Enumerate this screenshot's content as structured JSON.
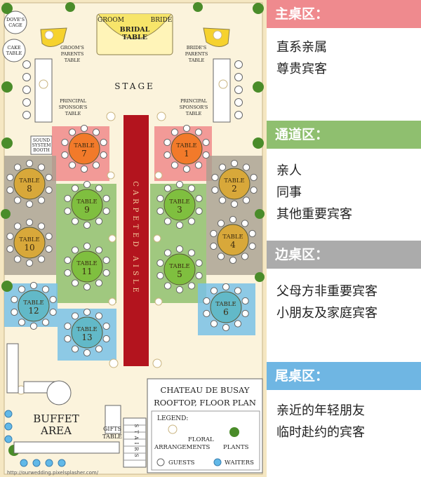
{
  "plan": {
    "title_line1": "CHATEAU DE BUSAY",
    "title_line2": "ROOFTOP, FLOOR PLAN",
    "legend_title": "LEGEND:",
    "legend_floral_1": "FLORAL",
    "legend_floral_2": "ARRANGEMENTS",
    "legend_plants": "PLANTS",
    "legend_guests": "GUESTS",
    "legend_waiters": "WAITERS",
    "groom": "GROOM",
    "bride": "BRIDE",
    "bridal_1": "BRIDAL",
    "bridal_2": "TABLE",
    "doves": [
      "DOVE'S",
      "CAGE"
    ],
    "cake": [
      "CAKE",
      "TABLE"
    ],
    "grooms_parents": [
      "GROOM'S",
      "PARENTS",
      "TABLE"
    ],
    "brides_parents": [
      "BRIDE'S",
      "PARENTS",
      "TABLE"
    ],
    "stage": "STAGE",
    "principal_left": [
      "PRINCIPAL",
      "SPONSOR'S",
      "TABLE"
    ],
    "principal_right": [
      "PRINCIPAL",
      "SPONSOR'S",
      "TABLE"
    ],
    "sound": [
      "SOUND",
      "SYSTEM",
      "BOOTH"
    ],
    "aisle": "CARPETED AISLE",
    "buffet": [
      "BUFFET",
      "AREA"
    ],
    "gifts": [
      "GIFTS",
      "TABLE"
    ],
    "stairs": "STAIRS",
    "url": "http://ourwedding.pixelsplasher.com/",
    "table_word": "TABLE",
    "tables": [
      {
        "n": "7",
        "zone": "main"
      },
      {
        "n": "1",
        "zone": "main"
      },
      {
        "n": "8",
        "zone": "side"
      },
      {
        "n": "9",
        "zone": "aisle"
      },
      {
        "n": "3",
        "zone": "aisle"
      },
      {
        "n": "2",
        "zone": "side"
      },
      {
        "n": "10",
        "zone": "side"
      },
      {
        "n": "11",
        "zone": "aisle"
      },
      {
        "n": "5",
        "zone": "aisle"
      },
      {
        "n": "4",
        "zone": "side"
      },
      {
        "n": "12",
        "zone": "end"
      },
      {
        "n": "13",
        "zone": "end"
      },
      {
        "n": "6",
        "zone": "end"
      }
    ]
  },
  "sections": [
    {
      "title": "主桌区：",
      "color": "#ef8a8e",
      "lines": [
        "直系亲属",
        "尊贵宾客"
      ]
    },
    {
      "title": "通道区：",
      "color": "#8fbf6f",
      "lines": [
        "亲人",
        "同事",
        "其他重要宾客"
      ]
    },
    {
      "title": "边桌区：",
      "color": "#ababab",
      "lines": [
        "父母方非重要宾客",
        "小朋友及家庭宾客"
      ]
    },
    {
      "title": "尾桌区：",
      "color": "#6fb6e3",
      "lines": [
        "亲近的年轻朋友",
        "临时赴约的宾客"
      ]
    }
  ],
  "colors": {
    "main": "#f08a8b",
    "aisle_zone": "#8fbf6f",
    "side": "#a89f90",
    "end": "#79c1e6",
    "table_main": "#f27a2a",
    "table_green": "#7fbf3f",
    "table_side": "#d8a83a",
    "table_end": "#62b9c8",
    "carpet": "#b3141e",
    "floor": "#f5e7c2"
  }
}
